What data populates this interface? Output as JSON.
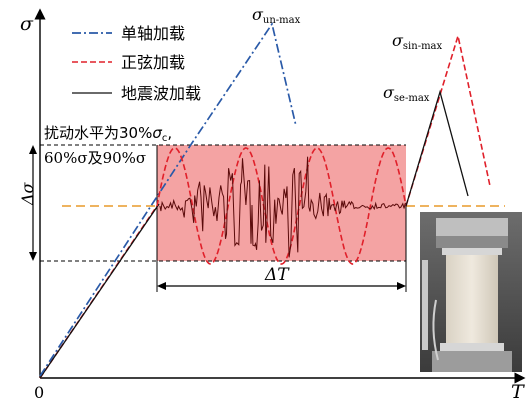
{
  "axes": {
    "y_label": "σ",
    "x_label": "T",
    "origin_label": "0"
  },
  "legend": {
    "items": [
      {
        "label": "单轴加载",
        "color": "#2a5aa8",
        "style": "dash-dot"
      },
      {
        "label": "正弦加载",
        "color": "#e0202a",
        "style": "dashed"
      },
      {
        "label": "地震波加载",
        "color": "#111111",
        "style": "solid"
      }
    ]
  },
  "annotations": {
    "sigma_un_max": {
      "main": "σ",
      "sub": "un-max"
    },
    "sigma_sin_max": {
      "main": "σ",
      "sub": "sin-max"
    },
    "sigma_se_max": {
      "main": "σ",
      "sub": "se-max"
    },
    "disturbance_line1_prefix": "扰动水平为30%",
    "disturbance_line1_sym": "σ",
    "disturbance_line1_sub": "c",
    "disturbance_line1_end": ",",
    "disturbance_line2": "60%σ及90%σ",
    "delta_sigma": "Δσ",
    "delta_T": "ΔT"
  },
  "colors": {
    "uniaxial": "#2a5aa8",
    "sine": "#e0202a",
    "seismic": "#5a0a0a",
    "mean_line": "#e89a2a",
    "band_fill": "#f4a3a3",
    "axis": "#000000"
  },
  "photo": {
    "description_icon": "specimen-photo-icon"
  }
}
